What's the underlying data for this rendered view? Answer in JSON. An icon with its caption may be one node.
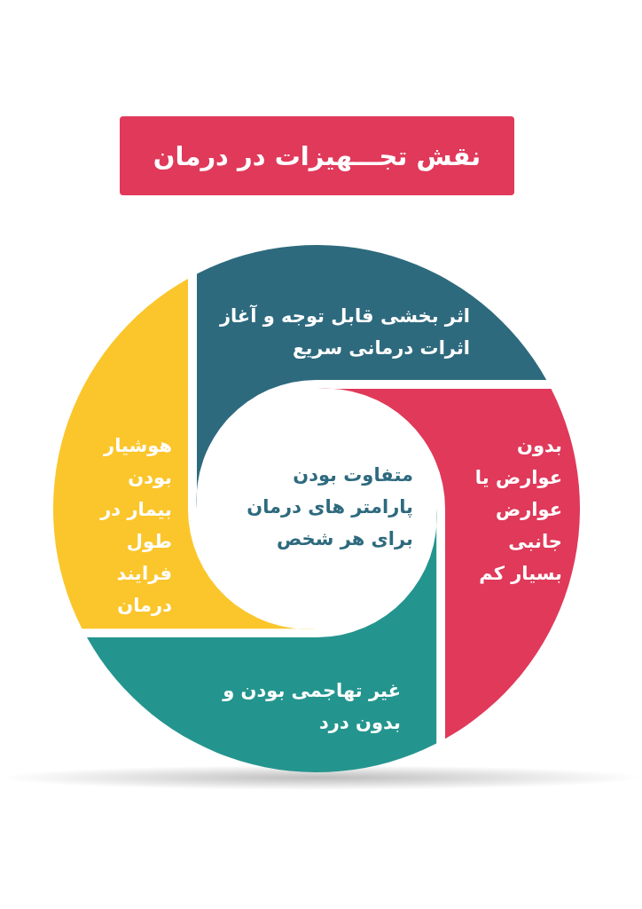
{
  "diagram": {
    "title": "نقش تجـــهیزات در درمان",
    "nodes": [
      {
        "text": [
          "اثر بخشی قابل توجه و آغاز اثرات درمانی سریع"
        ]
      },
      {
        "text": [
          "بدون عوارض یا عوارض جانبی بسیار کم"
        ]
      },
      {
        "text": [
          "غیر تهاجمی بودن و بدون درد"
        ]
      },
      {
        "text": [
          "هوشیار بودن بیمار در طول فرایند درمان"
        ]
      }
    ],
    "edges": [],
    "labels": [
      "متفاوت بودن پارامتر های درمان برای هر شخص"
    ]
  }
}
